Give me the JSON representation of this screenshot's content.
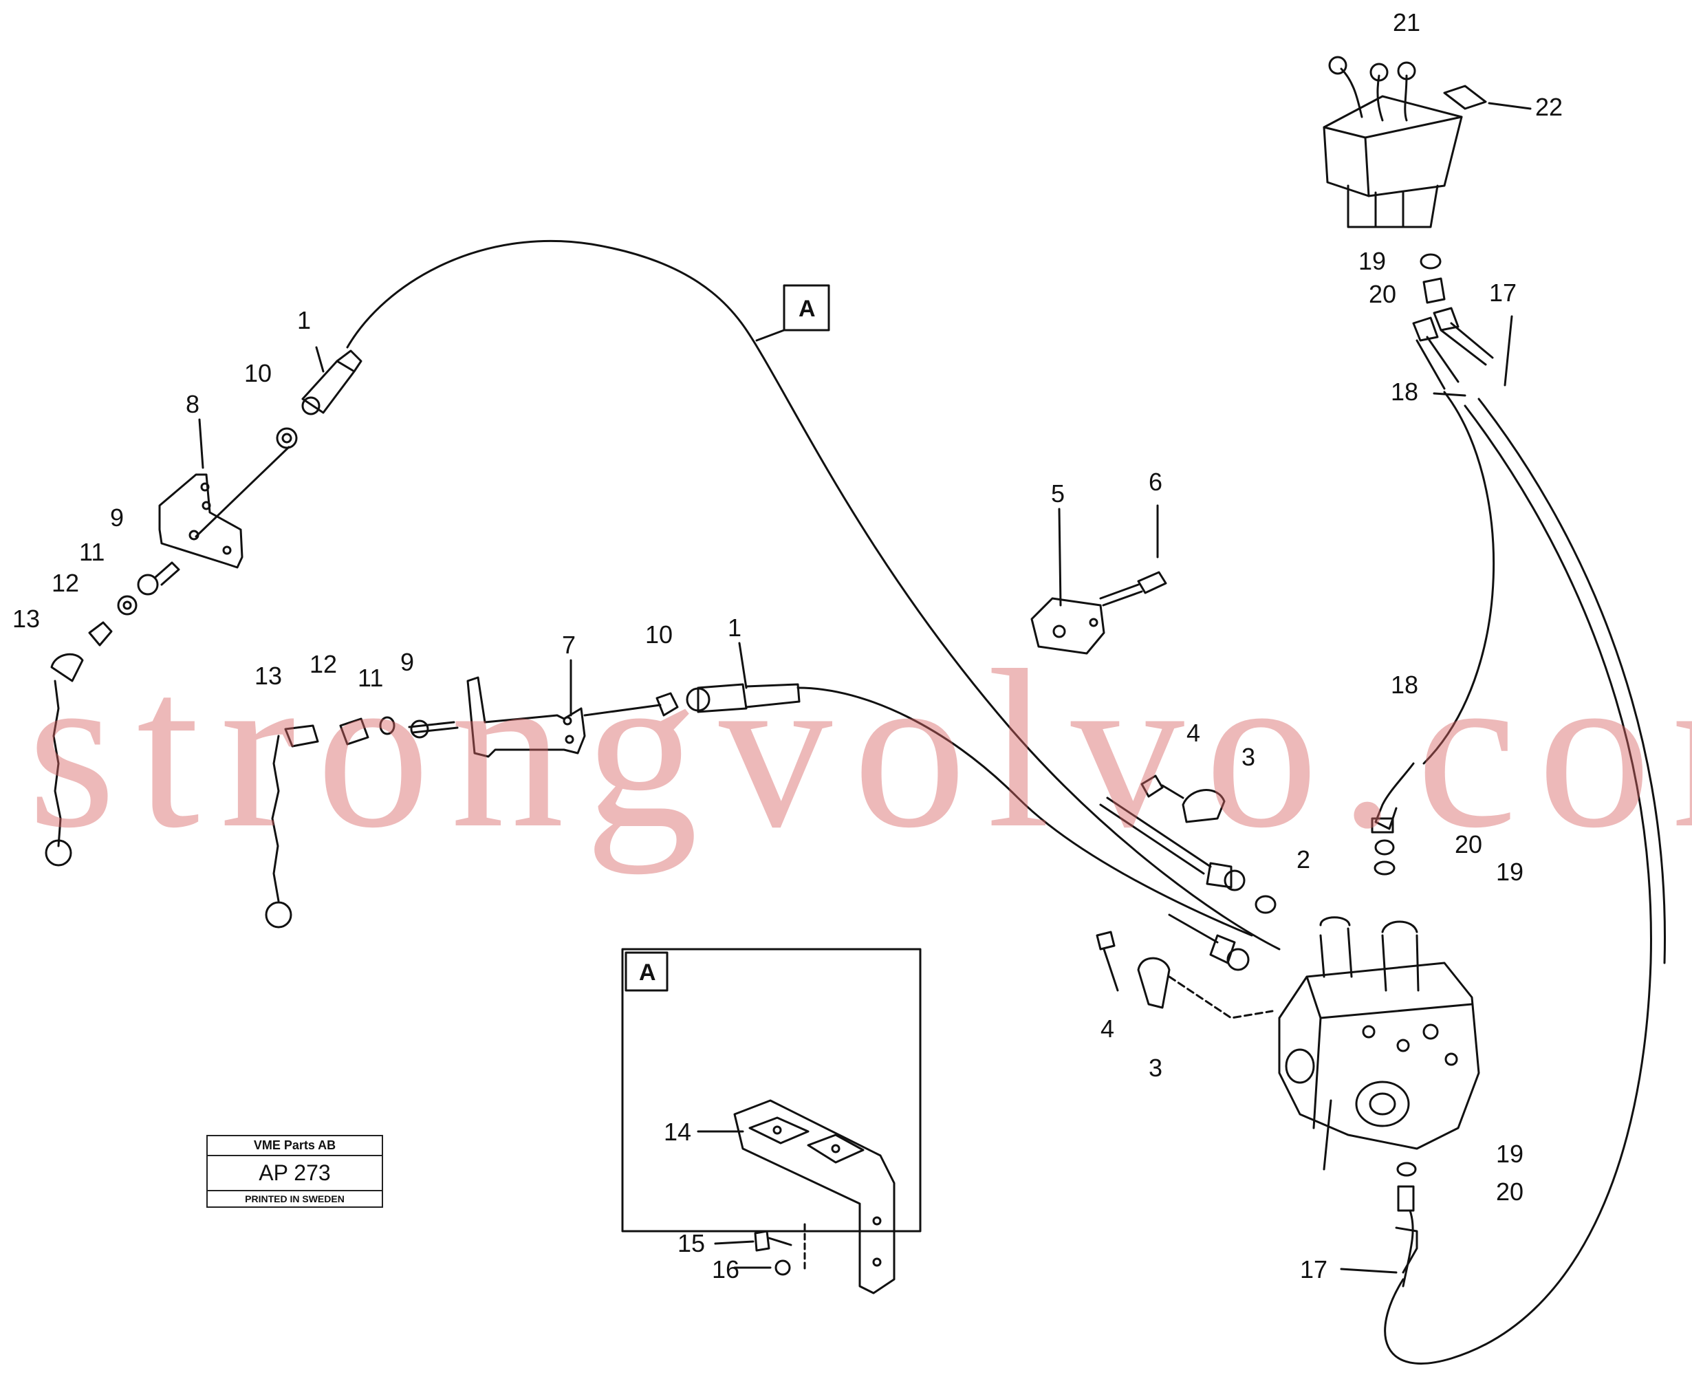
{
  "diagram": {
    "callouts": [
      "1",
      "10",
      "8",
      "9",
      "11",
      "12",
      "13",
      "13",
      "12",
      "11",
      "9",
      "7",
      "10",
      "1",
      "5",
      "6",
      "4",
      "3",
      "2",
      "4",
      "3",
      "21",
      "22",
      "19",
      "20",
      "17",
      "18",
      "18",
      "20",
      "19",
      "19",
      "20",
      "17",
      "14",
      "15",
      "16"
    ],
    "detail_label": "A",
    "detail_inset_label": "A"
  },
  "stamp": {
    "company": "VME Parts AB",
    "code": "AP 273",
    "printed": "PRINTED IN SWEDEN"
  },
  "watermark": "strongvolvo.com"
}
